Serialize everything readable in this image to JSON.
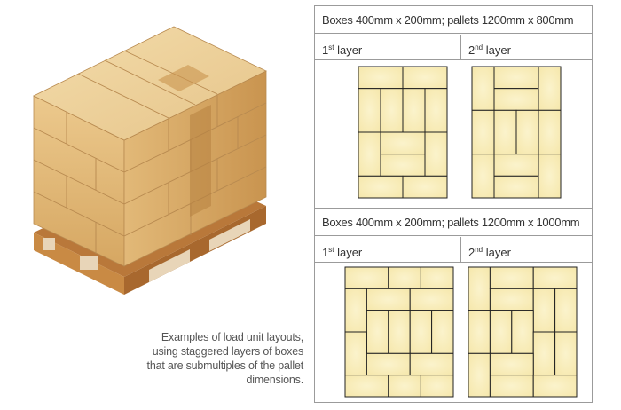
{
  "caption": [
    "Examples of load unit layouts,",
    "using staggered layers of boxes",
    "that are submultiples of the pallet",
    "dimensions."
  ],
  "sections": [
    {
      "title": "Boxes 400mm x 200mm; pallets 1200mm x 800mm",
      "layer1_num": "1",
      "layer1_sup": "st",
      "layer1_text": " layer",
      "layer2_num": "2",
      "layer2_sup": "nd",
      "layer2_text": " layer"
    },
    {
      "title": "Boxes 400mm x 200mm; pallets 1200mm x 1000mm",
      "layer1_num": "1",
      "layer1_sup": "st",
      "layer1_text": " layer",
      "layer2_num": "2",
      "layer2_sup": "nd",
      "layer2_text": " layer"
    }
  ],
  "colors": {
    "box_fill": "#f5e6a8",
    "box_center": "#fbf3cc",
    "box_stroke": "#222222",
    "cardboard_light": "#e8c48a",
    "cardboard_mid": "#d9ad6c",
    "cardboard_dark": "#c08a4c",
    "pallet_wood": "#c98a44",
    "table_border": "#9b9b9b"
  }
}
